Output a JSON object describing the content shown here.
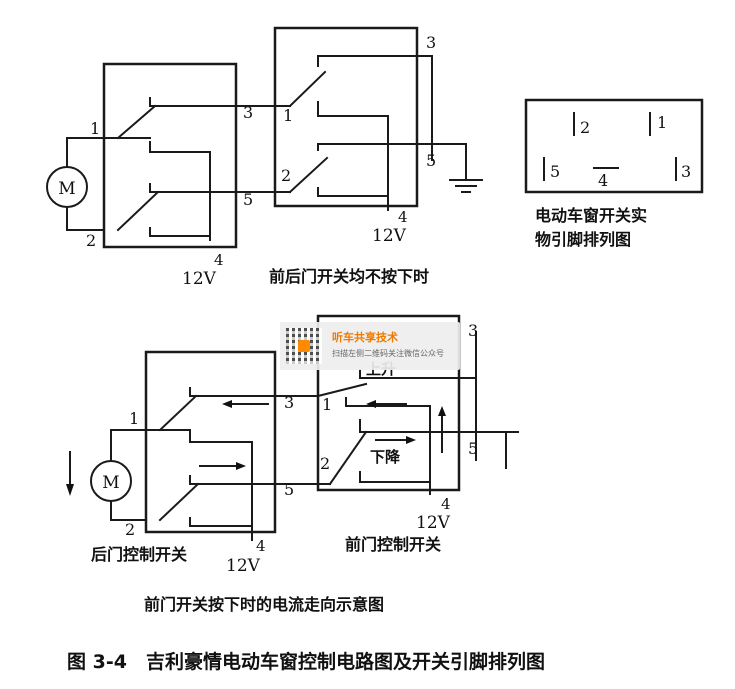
{
  "top_diagram": {
    "caption": "前后门开关均不按下时",
    "rear_switch_pins": {
      "p1": "1",
      "p2": "2",
      "p3": "3",
      "p4": "4",
      "p5": "5",
      "supply": "12V"
    },
    "front_switch_pins": {
      "p1": "1",
      "p2": "2",
      "p3": "3",
      "p4": "4",
      "p5": "5",
      "supply": "12V"
    },
    "motor": "M"
  },
  "pinout": {
    "pins": {
      "p2": "2",
      "p1": "1",
      "p5": "5",
      "p4": "4",
      "p3": "3"
    },
    "caption_line1": "电动车窗开关实",
    "caption_line2": "物引脚排列图"
  },
  "bottom_diagram": {
    "caption": "前门开关按下时的电流走向示意图",
    "rear_switch_label": "后门控制开关",
    "front_switch_label": "前门控制开关",
    "rear_switch_pins": {
      "p1": "1",
      "p2": "2",
      "p3": "3",
      "p4": "4",
      "p5": "5",
      "supply": "12V"
    },
    "front_switch_pins": {
      "p1": "1",
      "p2": "2",
      "p3": "3",
      "p4": "4",
      "p5": "5",
      "supply": "12V"
    },
    "motor": "M",
    "up_label": "上升",
    "down_label": "下降"
  },
  "watermark": {
    "title": "听车共享技术",
    "subtitle": "扫描左侧二维码关注微信公众号"
  },
  "figure_caption": "图 3-4　吉利豪情电动车窗控制电路图及开关引脚排列图"
}
